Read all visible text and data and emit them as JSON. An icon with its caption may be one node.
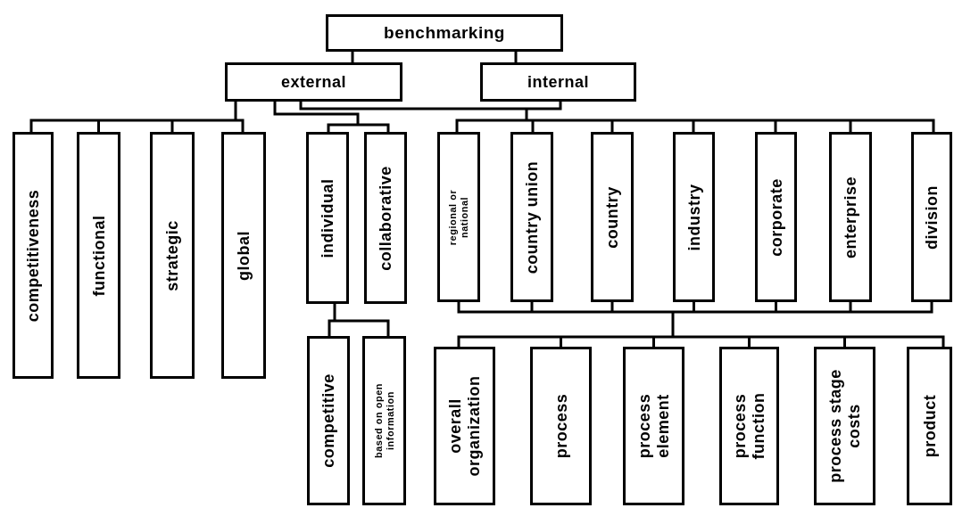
{
  "diagram": {
    "nodes": [
      {
        "text": [
          "benchmarking"
        ]
      },
      {
        "text": [
          "external"
        ]
      },
      {
        "text": [
          "internal"
        ]
      },
      {
        "text": [
          "competitiveness"
        ]
      },
      {
        "text": [
          "functional"
        ]
      },
      {
        "text": [
          "strategic"
        ]
      },
      {
        "text": [
          "global"
        ]
      },
      {
        "text": [
          "individual"
        ]
      },
      {
        "text": [
          "collaborative"
        ]
      },
      {
        "text": [
          "regional or national"
        ]
      },
      {
        "text": [
          "country union"
        ]
      },
      {
        "text": [
          "country"
        ]
      },
      {
        "text": [
          "industry"
        ]
      },
      {
        "text": [
          "corporate"
        ]
      },
      {
        "text": [
          "enterprise"
        ]
      },
      {
        "text": [
          "division"
        ]
      },
      {
        "text": [
          "competitive"
        ]
      },
      {
        "text": [
          "based on open information"
        ]
      },
      {
        "text": [
          "overall organization"
        ]
      },
      {
        "text": [
          "process"
        ]
      },
      {
        "text": [
          "process element"
        ]
      },
      {
        "text": [
          "process function"
        ]
      },
      {
        "text": [
          "process stage costs"
        ]
      },
      {
        "text": [
          "product"
        ]
      }
    ],
    "edges": [
      {
        "from": 0,
        "to": 1,
        "arrow": "none"
      },
      {
        "from": 0,
        "to": 2,
        "arrow": "none"
      },
      {
        "from": 1,
        "to": 3,
        "arrow": "none"
      },
      {
        "from": 1,
        "to": 4,
        "arrow": "none"
      },
      {
        "from": 1,
        "to": 5,
        "arrow": "none"
      },
      {
        "from": 1,
        "to": 6,
        "arrow": "none"
      },
      {
        "from": 1,
        "to": 7,
        "arrow": "none"
      },
      {
        "from": 1,
        "to": 8,
        "arrow": "none"
      },
      {
        "from": 1,
        "to": 9,
        "arrow": "none"
      },
      {
        "from": 1,
        "to": 10,
        "arrow": "none"
      },
      {
        "from": 1,
        "to": 11,
        "arrow": "none"
      },
      {
        "from": 1,
        "to": 12,
        "arrow": "none"
      },
      {
        "from": 1,
        "to": 13,
        "arrow": "none"
      },
      {
        "from": 1,
        "to": 14,
        "arrow": "none"
      },
      {
        "from": 1,
        "to": 15,
        "arrow": "none"
      },
      {
        "from": 2,
        "to": 9,
        "arrow": "none"
      },
      {
        "from": 2,
        "to": 10,
        "arrow": "none"
      },
      {
        "from": 2,
        "to": 11,
        "arrow": "none"
      },
      {
        "from": 2,
        "to": 12,
        "arrow": "none"
      },
      {
        "from": 2,
        "to": 13,
        "arrow": "none"
      },
      {
        "from": 2,
        "to": 14,
        "arrow": "none"
      },
      {
        "from": 2,
        "to": 15,
        "arrow": "none"
      },
      {
        "from": 7,
        "to": 16,
        "arrow": "none"
      },
      {
        "from": 7,
        "to": 17,
        "arrow": "none"
      },
      {
        "from": 9,
        "to": 18,
        "arrow": "none"
      },
      {
        "from": 9,
        "to": 19,
        "arrow": "none"
      },
      {
        "from": 9,
        "to": 20,
        "arrow": "none"
      },
      {
        "from": 9,
        "to": 21,
        "arrow": "none"
      },
      {
        "from": 9,
        "to": 22,
        "arrow": "none"
      },
      {
        "from": 9,
        "to": 23,
        "arrow": "none"
      },
      {
        "from": 10,
        "to": 18,
        "arrow": "none"
      },
      {
        "from": 10,
        "to": 19,
        "arrow": "none"
      },
      {
        "from": 10,
        "to": 20,
        "arrow": "none"
      },
      {
        "from": 10,
        "to": 21,
        "arrow": "none"
      },
      {
        "from": 10,
        "to": 22,
        "arrow": "none"
      },
      {
        "from": 10,
        "to": 23,
        "arrow": "none"
      },
      {
        "from": 11,
        "to": 18,
        "arrow": "none"
      },
      {
        "from": 11,
        "to": 19,
        "arrow": "none"
      },
      {
        "from": 11,
        "to": 20,
        "arrow": "none"
      },
      {
        "from": 11,
        "to": 21,
        "arrow": "none"
      },
      {
        "from": 11,
        "to": 22,
        "arrow": "none"
      },
      {
        "from": 11,
        "to": 23,
        "arrow": "none"
      },
      {
        "from": 12,
        "to": 18,
        "arrow": "none"
      },
      {
        "from": 12,
        "to": 19,
        "arrow": "none"
      },
      {
        "from": 12,
        "to": 20,
        "arrow": "none"
      },
      {
        "from": 12,
        "to": 21,
        "arrow": "none"
      },
      {
        "from": 12,
        "to": 22,
        "arrow": "none"
      },
      {
        "from": 12,
        "to": 23,
        "arrow": "none"
      },
      {
        "from": 13,
        "to": 18,
        "arrow": "none"
      },
      {
        "from": 13,
        "to": 19,
        "arrow": "none"
      },
      {
        "from": 13,
        "to": 20,
        "arrow": "none"
      },
      {
        "from": 13,
        "to": 21,
        "arrow": "none"
      },
      {
        "from": 13,
        "to": 22,
        "arrow": "none"
      },
      {
        "from": 13,
        "to": 23,
        "arrow": "none"
      },
      {
        "from": 14,
        "to": 18,
        "arrow": "none"
      },
      {
        "from": 14,
        "to": 19,
        "arrow": "none"
      },
      {
        "from": 14,
        "to": 20,
        "arrow": "none"
      },
      {
        "from": 14,
        "to": 21,
        "arrow": "none"
      },
      {
        "from": 14,
        "to": 22,
        "arrow": "none"
      },
      {
        "from": 14,
        "to": 23,
        "arrow": "none"
      },
      {
        "from": 15,
        "to": 18,
        "arrow": "none"
      },
      {
        "from": 15,
        "to": 19,
        "arrow": "none"
      },
      {
        "from": 15,
        "to": 20,
        "arrow": "none"
      },
      {
        "from": 15,
        "to": 21,
        "arrow": "none"
      },
      {
        "from": 15,
        "to": 22,
        "arrow": "none"
      },
      {
        "from": 15,
        "to": 23,
        "arrow": "none"
      }
    ]
  }
}
